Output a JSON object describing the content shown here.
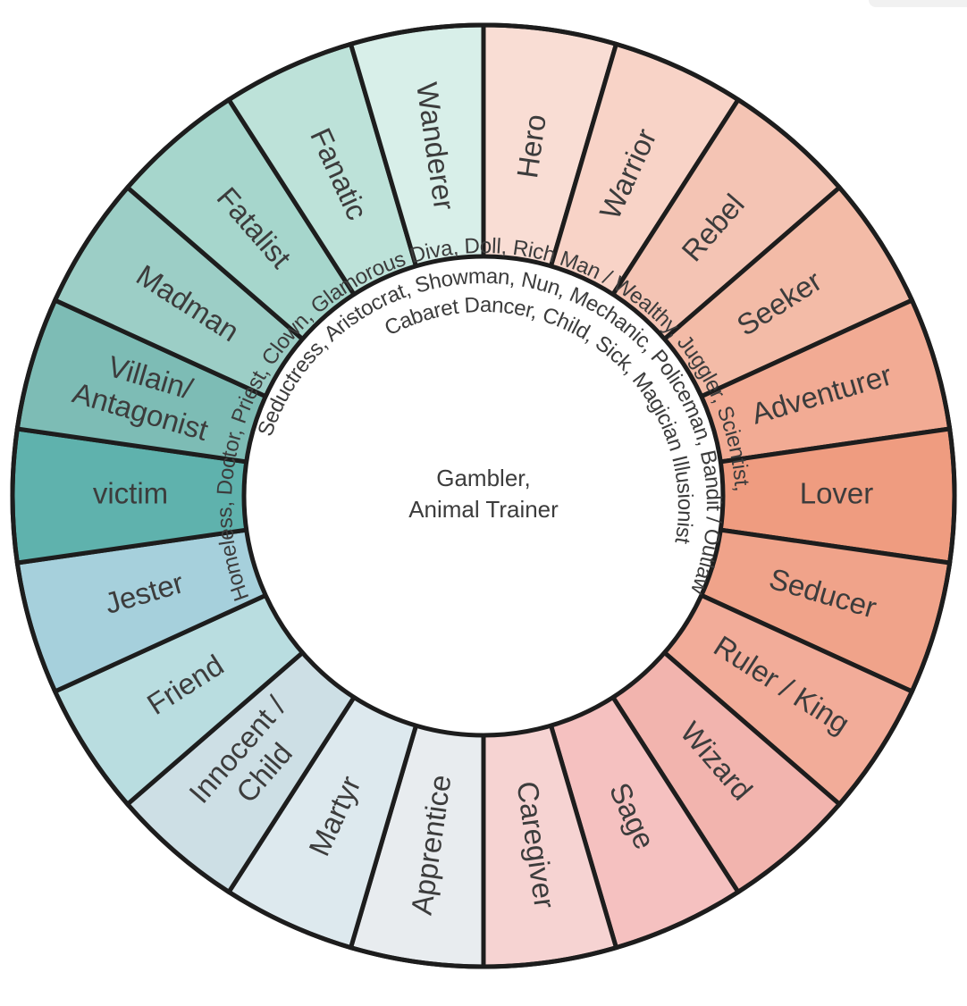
{
  "segments": [
    {
      "label": "Hero",
      "color": "#f9ddd4"
    },
    {
      "label": "Warrior",
      "color": "#f8d3c7"
    },
    {
      "label": "Rebel",
      "color": "#f4c4b4"
    },
    {
      "label": "Seeker",
      "color": "#f3bba7"
    },
    {
      "label": "Adventurer",
      "color": "#f2ab94"
    },
    {
      "label": "Lover",
      "color": "#ef9c80"
    },
    {
      "label": "Seducer",
      "color": "#f0a38a"
    },
    {
      "label": "Ruler / King",
      "color": "#f2ac99"
    },
    {
      "label": "Wizard",
      "color": "#f2b4ae"
    },
    {
      "label": "Sage",
      "color": "#f5c1c0"
    },
    {
      "label": "Caregiver",
      "color": "#f6d3d2"
    },
    {
      "label": "Apprentice",
      "color": "#e8ecef"
    },
    {
      "label": "Martyr",
      "color": "#dde9ee"
    },
    {
      "label": "Innocent / Child",
      "color": "#cddfe5"
    },
    {
      "label": "Friend",
      "color": "#b9dde0"
    },
    {
      "label": "Jester",
      "color": "#a6d0dc"
    },
    {
      "label": "victim",
      "color": "#5fb2ad"
    },
    {
      "label": "Villain/ Antagonist",
      "color": "#7dbcb5"
    },
    {
      "label": "Madman",
      "color": "#9ccec6"
    },
    {
      "label": "Fatalist",
      "color": "#a6d6cc"
    },
    {
      "label": "Fanatic",
      "color": "#bde2d9"
    },
    {
      "label": "Wanderer",
      "color": "#d8efe9"
    }
  ],
  "ring_text": {
    "outer": "Homeless, Doctor, Priest, Clown, Glamorous Diva, Doll, Rich Man / Wealthy, Juggler, Scientist,",
    "middle": "Seductress, Aristocrat, Showman, Nun, Mechanic, Policeman, Bandit / Outlaw",
    "inner": "Cabaret Dancer, Child, Sick, Magician Illusionist"
  },
  "center": {
    "line1": "Gambler,",
    "line2": "Animal Trainer"
  }
}
